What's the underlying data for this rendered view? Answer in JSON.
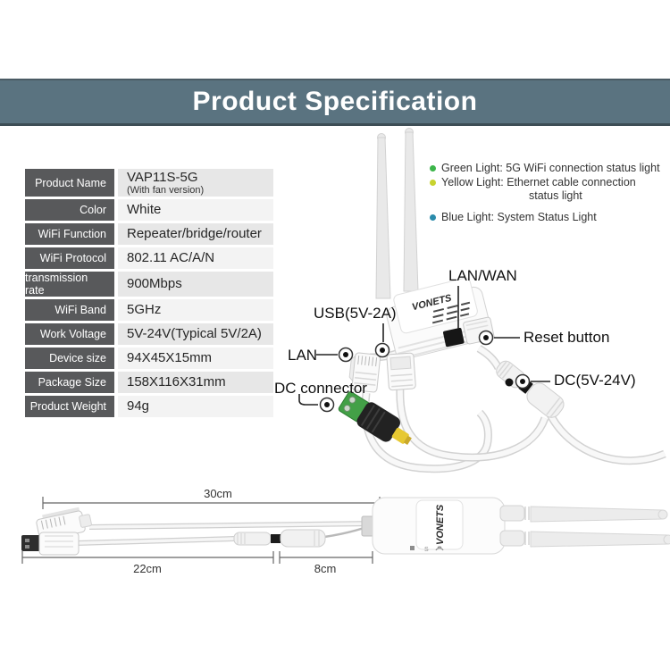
{
  "header": {
    "title": "Product Specification"
  },
  "spec_table": {
    "rows": [
      {
        "label": "Product Name",
        "value": "VAP11S-5G",
        "note": "(With fan version)"
      },
      {
        "label": "Color",
        "value": "White"
      },
      {
        "label": "WiFi Function",
        "value": "Repeater/bridge/router"
      },
      {
        "label": "WiFi Protocol",
        "value": "802.11 AC/A/N"
      },
      {
        "label": "transmission rate",
        "value": "900Mbps"
      },
      {
        "label": "WiFi Band",
        "value": "5GHz"
      },
      {
        "label": "Work Voltage",
        "value": "5V-24V(Typical 5V/2A)"
      },
      {
        "label": "Device size",
        "value": "94X45X15mm"
      },
      {
        "label": "Package Size",
        "value": "158X116X31mm"
      },
      {
        "label": "Product Weight",
        "value": "94g"
      }
    ]
  },
  "legend": {
    "items": [
      {
        "bullet_color": "#3cb54a",
        "text": "Green Light: 5G WiFi connection status light"
      },
      {
        "bullet_color": "#c8d32f",
        "text": "Yellow Light: Ethernet cable connection",
        "text2": "status light"
      },
      {
        "bullet_color": "#2a8bab",
        "text": "Blue Light: System Status Light"
      }
    ]
  },
  "callouts": {
    "lan_wan": "LAN/WAN",
    "usb": "USB(5V-2A)",
    "lan": "LAN",
    "dc_connector": "DC connector",
    "reset": "Reset button",
    "dc_power": "DC(5V-24V)"
  },
  "dimensions": {
    "total": "30cm",
    "cable": "22cm",
    "adapter": "8cm"
  },
  "brand": {
    "logo_text": "VONETS"
  },
  "colors": {
    "header_bg": "#5a7380",
    "table_label_bg": "#58595b",
    "table_value_bg": "#e7e7e7",
    "green_light": "#3cb54a",
    "yellow_light": "#c8d32f",
    "blue_light": "#2a8bab"
  }
}
